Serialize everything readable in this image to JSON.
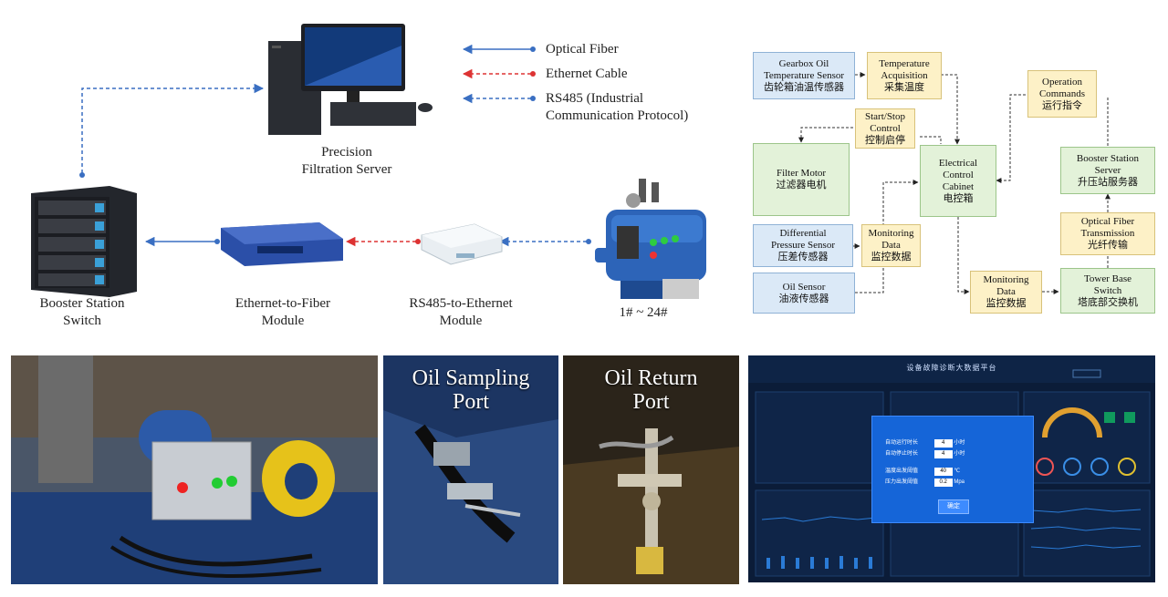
{
  "legend": {
    "optical_fiber": "Optical Fiber",
    "ethernet_cable": "Ethernet Cable",
    "rs485_line1": "RS485 (Industrial",
    "rs485_line2": "Communication Protocol)"
  },
  "topology": {
    "server_line1": "Precision",
    "server_line2": "Filtration Server",
    "switch_line1": "Booster Station",
    "switch_line2": "Switch",
    "eth_fiber_line1": "Ethernet-to-Fiber",
    "eth_fiber_line2": "Module",
    "rs485_eth_line1": "RS485-to-Ethernet",
    "rs485_eth_line2": "Module",
    "units": "1# ~ 24#"
  },
  "flow": {
    "gearbox_sensor": [
      "Gearbox Oil",
      "Temperature Sensor",
      "齿轮箱油温传感器"
    ],
    "temp_acq": [
      "Temperature",
      "Acquisition",
      "采集温度"
    ],
    "start_stop": [
      "Start/Stop",
      "Control",
      "控制启停"
    ],
    "filter_motor": [
      "Filter Motor",
      "过滤器电机"
    ],
    "cabinet": [
      "Electrical",
      "Control",
      "Cabinet",
      "电控箱"
    ],
    "diff_sensor": [
      "Differential",
      "Pressure Sensor",
      "压差传感器"
    ],
    "monitor1": [
      "Monitoring",
      "Data",
      "监控数据"
    ],
    "oil_sensor": [
      "Oil Sensor",
      "油液传感器"
    ],
    "monitor2": [
      "Monitoring",
      "Data",
      "监控数据"
    ],
    "op_cmd": [
      "Operation",
      "Commands",
      "运行指令"
    ],
    "booster_server": [
      "Booster Station",
      "Server",
      "升压站服务器"
    ],
    "fiber_trans": [
      "Optical Fiber",
      "Transmission",
      "光纤传输"
    ],
    "tower_switch": [
      "Tower Base",
      "Switch",
      "塔底部交换机"
    ]
  },
  "photos": {
    "sampling_line1": "Oil Sampling",
    "sampling_line2": "Port",
    "return_line1": "Oil Return",
    "return_line2": "Port"
  },
  "dashboard": {
    "title": "设备故障诊断大数据平台",
    "dialog": {
      "row1_label": "自动运行时长",
      "row1_value": "4",
      "row1_unit": "小时",
      "row2_label": "自动停止时长",
      "row2_value": "4",
      "row2_unit": "小时",
      "row3_label": "温度出发阈值",
      "row3_value": "40",
      "row3_unit": "℃",
      "row4_label": "压力出发阈值",
      "row4_value": "0.2",
      "row4_unit": "Mpa",
      "confirm": "确定"
    }
  }
}
